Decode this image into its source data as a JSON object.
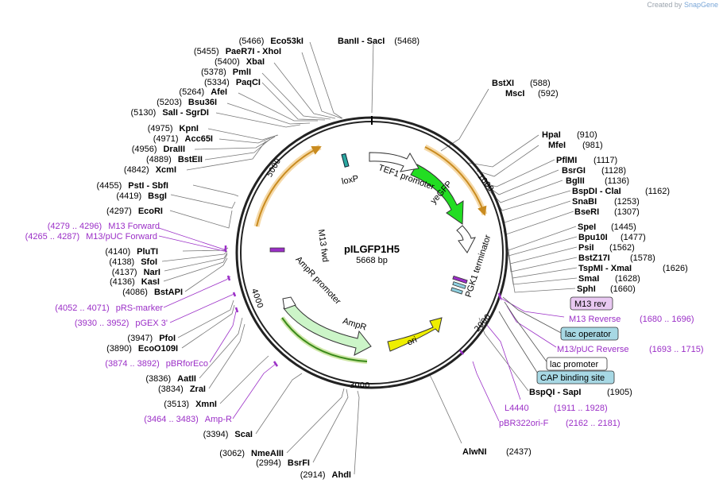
{
  "credit": {
    "prefix": "Created by",
    "brand": "SnapGene"
  },
  "map": {
    "name": "pILGFP1H5",
    "length": "5668 bp"
  },
  "ticks": [
    "1000",
    "2000",
    "3000",
    "4000",
    "5000"
  ],
  "inner_features": {
    "loxP": "loxP",
    "tef1": "TEF1 promoter",
    "yegfp": "yeGFP",
    "pgk1": "PGK1 terminator",
    "ori": "ori",
    "ampr": "AmpR",
    "ampr_promoter": "AmpR promoter",
    "m13fwd": "M13 fwd"
  },
  "colors": {
    "yeGFP": "#22dd22",
    "ori": "#eeee00",
    "AmpR": "#ccf5c8",
    "promoter_orange": "#cc8a1a",
    "feature_purple": "#9b2fc7"
  },
  "enzymes_right": [
    {
      "id": "bstxi",
      "pos": "(588)",
      "name": "BstXI"
    },
    {
      "id": "msci",
      "pos": "(592)",
      "name": "MscI"
    },
    {
      "id": "hpai",
      "pos": "(910)",
      "name": "HpaI"
    },
    {
      "id": "mfei",
      "pos": "(981)",
      "name": "MfeI"
    },
    {
      "id": "pfimi",
      "pos": "(1117)",
      "name": "PflMI"
    },
    {
      "id": "bsrgi",
      "pos": "(1128)",
      "name": "BsrGI"
    },
    {
      "id": "bglii",
      "pos": "(1136)",
      "name": "BglII"
    },
    {
      "id": "bspdi",
      "pos": "(1162)",
      "name": "BspDI - ClaI"
    },
    {
      "id": "snabi",
      "pos": "(1253)",
      "name": "SnaBI"
    },
    {
      "id": "bseri",
      "pos": "(1307)",
      "name": "BseRI"
    },
    {
      "id": "spei",
      "pos": "(1445)",
      "name": "SpeI"
    },
    {
      "id": "bpu10i",
      "pos": "(1477)",
      "name": "Bpu10I"
    },
    {
      "id": "psii",
      "pos": "(1562)",
      "name": "PsiI"
    },
    {
      "id": "bstz17i",
      "pos": "(1578)",
      "name": "BstZ17I"
    },
    {
      "id": "tspmi",
      "pos": "(1626)",
      "name": "TspMI - XmaI"
    },
    {
      "id": "smai",
      "pos": "(1628)",
      "name": "SmaI"
    },
    {
      "id": "sphi",
      "pos": "(1660)",
      "name": "SphI"
    },
    {
      "id": "bspqi",
      "pos": "(1905)",
      "name": "BspQI - SapI"
    },
    {
      "id": "alwni",
      "pos": "(2437)",
      "name": "AlwNI"
    }
  ],
  "enzymes_left": [
    {
      "id": "eco53ki",
      "pos": "(5466)",
      "name": "Eco53kI"
    },
    {
      "id": "paer7i",
      "pos": "(5455)",
      "name": "PaeR7I - XhoI"
    },
    {
      "id": "xbai",
      "pos": "(5400)",
      "name": "XbaI"
    },
    {
      "id": "pmli",
      "pos": "(5378)",
      "name": "PmlI"
    },
    {
      "id": "paqci",
      "pos": "(5334)",
      "name": "PaqCI"
    },
    {
      "id": "afei",
      "pos": "(5264)",
      "name": "AfeI"
    },
    {
      "id": "bsu36i",
      "pos": "(5203)",
      "name": "Bsu36I"
    },
    {
      "id": "sali",
      "pos": "(5130)",
      "name": "SalI - SgrDI"
    },
    {
      "id": "kpni",
      "pos": "(4975)",
      "name": "KpnI"
    },
    {
      "id": "acc65i",
      "pos": "(4971)",
      "name": "Acc65I"
    },
    {
      "id": "draiii",
      "pos": "(4956)",
      "name": "DraIII"
    },
    {
      "id": "bsteii",
      "pos": "(4889)",
      "name": "BstEII"
    },
    {
      "id": "xcmi",
      "pos": "(4842)",
      "name": "XcmI"
    },
    {
      "id": "psti",
      "pos": "(4455)",
      "name": "PstI - SbfI"
    },
    {
      "id": "bsgi",
      "pos": "(4419)",
      "name": "BsgI"
    },
    {
      "id": "ecori",
      "pos": "(4297)",
      "name": "EcoRI"
    },
    {
      "id": "plutI",
      "pos": "(4140)",
      "name": "PluTI"
    },
    {
      "id": "sfoi",
      "pos": "(4138)",
      "name": "SfoI"
    },
    {
      "id": "nari",
      "pos": "(4137)",
      "name": "NarI"
    },
    {
      "id": "kasi",
      "pos": "(4136)",
      "name": "KasI"
    },
    {
      "id": "bstapi",
      "pos": "(4086)",
      "name": "BstAPI"
    },
    {
      "id": "pfoi",
      "pos": "(3947)",
      "name": "PfoI"
    },
    {
      "id": "ecoo109i",
      "pos": "(3890)",
      "name": "EcoO109I"
    },
    {
      "id": "aatii",
      "pos": "(3836)",
      "name": "AatII"
    },
    {
      "id": "zrai",
      "pos": "(3834)",
      "name": "ZraI"
    },
    {
      "id": "xmni",
      "pos": "(3513)",
      "name": "XmnI"
    },
    {
      "id": "scai",
      "pos": "(3394)",
      "name": "ScaI"
    },
    {
      "id": "nmeaiii",
      "pos": "(3062)",
      "name": "NmeAIII"
    },
    {
      "id": "bsrfi",
      "pos": "(2994)",
      "name": "BsrFI"
    },
    {
      "id": "ahdi",
      "pos": "(2914)",
      "name": "AhdI"
    }
  ],
  "banii": {
    "name": "BanII - SacI",
    "pos": "(5468)"
  },
  "features_left": [
    {
      "id": "m13fwd",
      "range": "(4279 .. 4296)",
      "name": "M13 Forward"
    },
    {
      "id": "m13puc",
      "range": "(4265 .. 4287)",
      "name": "M13/pUC Forward"
    },
    {
      "id": "prs",
      "range": "(4052 .. 4071)",
      "name": "pRS-marker"
    },
    {
      "id": "pgex",
      "range": "(3930 .. 3952)",
      "name": "pGEX 3'"
    },
    {
      "id": "pbrforeco",
      "range": "(3874 .. 3892)",
      "name": "pBRforEco"
    },
    {
      "id": "ampr_primer",
      "range": "(3464 .. 3483)",
      "name": "Amp-R"
    }
  ],
  "features_right": [
    {
      "id": "m13rev",
      "name": "M13 rev"
    },
    {
      "id": "m13reverse",
      "name": "M13 Reverse",
      "range": "(1680 .. 1696)"
    },
    {
      "id": "lacop",
      "name": "lac operator"
    },
    {
      "id": "m13pucrev",
      "name": "M13/pUC Reverse",
      "range": "(1693 .. 1715)"
    },
    {
      "id": "lacprom",
      "name": "lac promoter"
    },
    {
      "id": "cap",
      "name": "CAP binding site"
    },
    {
      "id": "l4440",
      "name": "L4440",
      "range": "(1911 .. 1928)"
    },
    {
      "id": "pbr322",
      "name": "pBR322ori-F",
      "range": "(2162 .. 2181)"
    }
  ]
}
